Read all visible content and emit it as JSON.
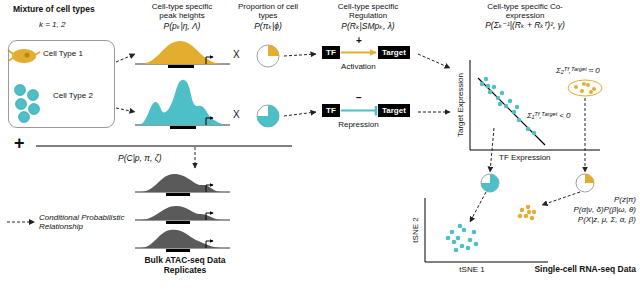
{
  "diagram": {
    "nodes": [
      {
        "text": [
          "Mixture of cell types",
          "k = 1, 2",
          "Cell Type 1",
          "Cell Type 2"
        ]
      },
      {
        "text": [
          "TF"
        ]
      },
      {
        "text": [
          "Target"
        ]
      },
      {
        "text": [
          "TF"
        ]
      },
      {
        "text": [
          "Target"
        ]
      }
    ],
    "edges": [
      {
        "from": 1,
        "to": 2,
        "arrow": "to",
        "label": "Activation"
      },
      {
        "from": 3,
        "to": 4,
        "arrow": "to",
        "label": "Repression"
      }
    ],
    "labels": [
      "Cell-type specific peak heights",
      "P(pₖ|η, Λ)",
      "Proportion of cell types",
      "P(πₖ|ϕ)",
      "Cell-type specific Regulation",
      "P(Rₖ|SMpₖ, λ)",
      "Cell-type specific Co-expression",
      "P(Σₖ⁻¹|(Rₖ + Rₖᵀ)², γ)",
      "X",
      "X",
      "+",
      "−",
      "Σ₂ᵀᶠ,ᵀᵃʳᵍᵉᵗ ≈ 0",
      "Σ₁ᵀᶠ,ᵀᵃʳᵍᵉᵗ < 0",
      "Target Expression",
      "TF Expression",
      "+",
      "P(C|p, π, ζ)",
      "P(z|π)",
      "P(α|ν, δ)P(β|ω, θ)",
      "P(X|z, μ, Σ, α, β)",
      "tSNE 2",
      "tSNE 1",
      "Bulk ATAC-seq Data Replicates",
      "Single-cell RNA-seq Data"
    ],
    "legend": [
      {
        "text": "Conditional Probabilistic Relationship"
      }
    ]
  }
}
